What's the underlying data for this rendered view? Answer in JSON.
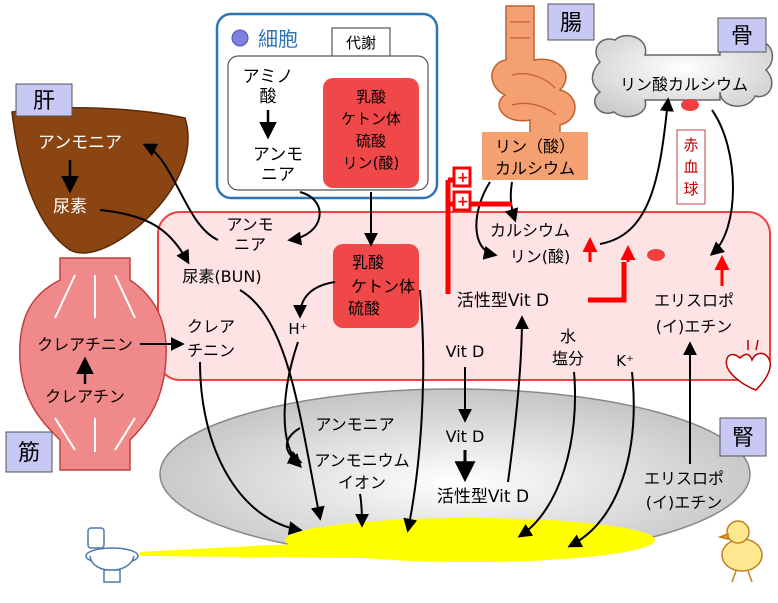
{
  "labels": {
    "liver": "肝",
    "cell": "細胞",
    "metabolism": "代謝",
    "intestine": "腸",
    "bone": "骨",
    "muscle": "筋",
    "kidney": "腎"
  },
  "liver": {
    "ammonia": "アンモニア",
    "urea": "尿素"
  },
  "muscle": {
    "creatinine": "クレアチニン",
    "creatine": "クレアチン"
  },
  "cell": {
    "amino_1": "アミノ",
    "amino_2": "酸",
    "ammonia_1": "アンモ",
    "ammonia_2": "ニア",
    "acids_1": "乳酸",
    "acids_2": "ケトン体",
    "acids_3": "硫酸",
    "acids_4": "リン(酸)"
  },
  "intestine": {
    "phos": "リン（酸）",
    "calcium": "カルシウム"
  },
  "bone": {
    "calcium_phosphate": "リン酸カルシウム",
    "rbc_1": "赤",
    "rbc_2": "血",
    "rbc_3": "球"
  },
  "blood": {
    "ammonia_1": "アンモ",
    "ammonia_2": "ニア",
    "bun": "尿素(BUN)",
    "creat_1": "クレア",
    "creat_2": "チニン",
    "hplus": "H⁺",
    "acids_1": "乳酸",
    "acids_2": "ケトン体",
    "acids_3": "硫酸",
    "calcium": "カルシウム",
    "phos": "リン(酸)",
    "active_vitd": "活性型Vit D",
    "vitd": "Vit D",
    "water": "水",
    "salt": "塩分",
    "kplus": "K⁺",
    "epo_1": "エリスロポ",
    "epo_2": "(イ)エチン"
  },
  "kidney": {
    "ammonia": "アンモニア",
    "ammonium_1": "アンモニウム",
    "ammonium_2": "イオン",
    "vitd": "Vit D",
    "active_vitd": "活性型Vit D",
    "epo_1": "エリスロポ",
    "epo_2": "(イ)エチン"
  },
  "colors": {
    "blood_fill": "#fde3e3",
    "blood_stroke": "#f04040",
    "acid_box": "#f04848",
    "liver": "#8b4513",
    "muscle": "#f08a8a",
    "intestine": "#f4a070",
    "label_box": "#c8c8f4",
    "cell_border": "#2e75b6",
    "urine": "#ffff00",
    "kidney_fill": "#d9d9d9"
  }
}
